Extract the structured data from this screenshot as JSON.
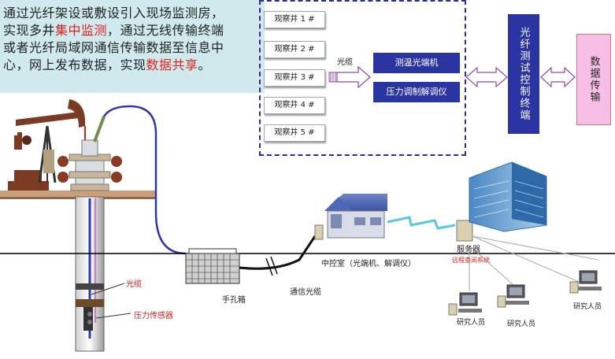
{
  "intro": {
    "line1": "通过光纤架设或敷设引入现场监测房，",
    "line2a": "实现多井",
    "line2b": "集中监测",
    "line2c": "，通过无线传输终端",
    "line3": "或者光纤局域网通信传输数据至信息中",
    "line4a": "心，网上发布数据，实现",
    "line4b": "数据共享",
    "line4c": "。"
  },
  "wells": [
    "观察井 1 #",
    "观察井 2 #",
    "观察井 3 #",
    "观察井 4 #",
    "观察井 5 #"
  ],
  "cable_label": "光缆",
  "device1": "测温光端机",
  "device2": "压力调制解调仪",
  "control_terminal": "光纤测试控制终端",
  "data_transfer": "数据传输",
  "field": {
    "cable": "光缆",
    "pressure_sensor": "压力传感器",
    "handhole": "手孔箱",
    "comm_cable": "通信光缆",
    "control_room": "中控室（光端机、解调仪）",
    "server": "服务器",
    "remote_system": "远程查阅系统",
    "researcher1": "研究人员",
    "researcher2": "研究人员",
    "researcher3": "研究人员"
  }
}
